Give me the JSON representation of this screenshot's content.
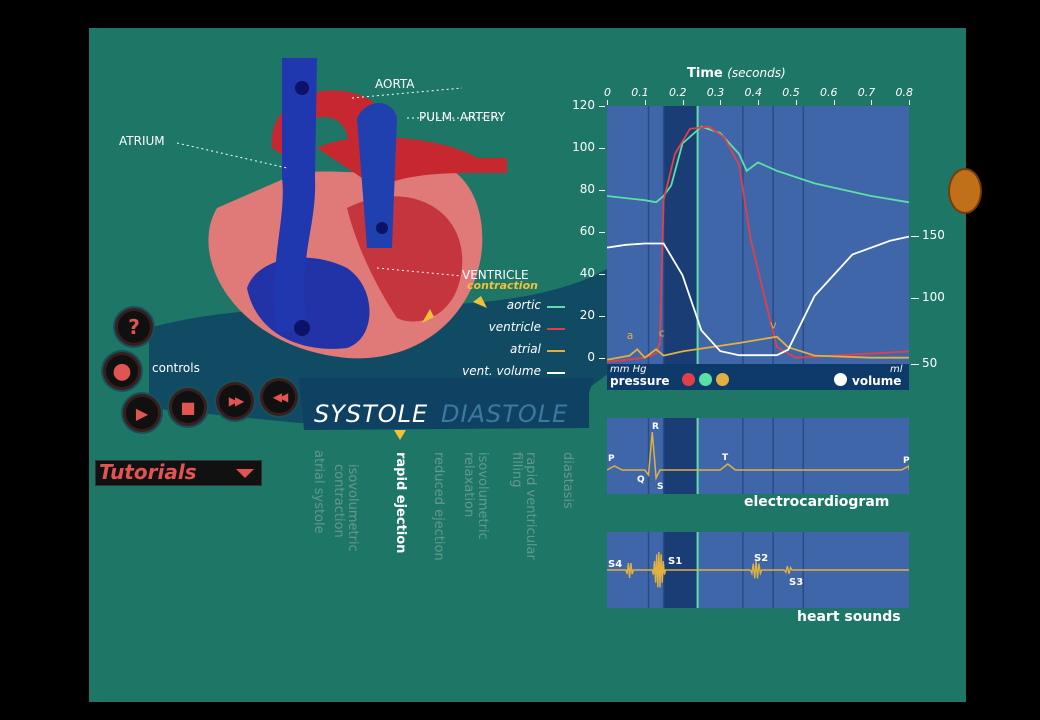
{
  "heart": {
    "labels": {
      "aorta": "AORTA",
      "pulm_artery": "PULM. ARTERY",
      "atrium": "ATRIUM",
      "ventricle": "VENTRICLE",
      "contraction": "contraction"
    }
  },
  "controls": {
    "label": "controls",
    "help": "?",
    "record": "●",
    "play": "▶",
    "stop": "■",
    "forward": "▶▶",
    "rewind": "◀◀"
  },
  "cycle": {
    "systole": "SYSTOLE",
    "diastole": "DIASTOLE",
    "phases": [
      "atrial systole",
      "isovolumetric\ncontraction",
      "rapid ejection",
      "reduced ejection",
      "isovolumetric\nrelaxation",
      "rapid ventricular\nfilling",
      "diastasis"
    ],
    "active_phase": "rapid ejection"
  },
  "tutorials": {
    "label": "Tutorials"
  },
  "pressure_chart": {
    "time_label": "Time",
    "time_unit": "(seconds)",
    "x_ticks": [
      "0",
      "0.1",
      "0.2",
      "0.3",
      "0.4",
      "0.5",
      "0.6",
      "0.7",
      "0.8"
    ],
    "y_ticks": [
      "120",
      "100",
      "80",
      "60",
      "40",
      "20",
      "0"
    ],
    "right_ticks": [
      "150",
      "100",
      "50"
    ],
    "pressure_unit": "mm Hg",
    "pressure_label": "pressure",
    "volume_unit": "ml",
    "volume_label": "volume",
    "wave_labels": {
      "a": "a",
      "c": "c",
      "v": "v"
    },
    "legend": [
      "aortic",
      "ventricle",
      "atrial",
      "vent. volume"
    ],
    "colors": {
      "aortic": "#5be0a8",
      "ventricle": "#e0404a",
      "atrial": "#e0b040",
      "volume": "#ffffff"
    }
  },
  "ecg": {
    "title": "electrocardiogram",
    "labels": {
      "p1": "P",
      "q": "Q",
      "r": "R",
      "s": "S",
      "t": "T",
      "p2": "P"
    }
  },
  "sounds": {
    "title": "heart sounds",
    "labels": {
      "s4": "S4",
      "s1": "S1",
      "s2": "S2",
      "s3": "S3"
    }
  }
}
